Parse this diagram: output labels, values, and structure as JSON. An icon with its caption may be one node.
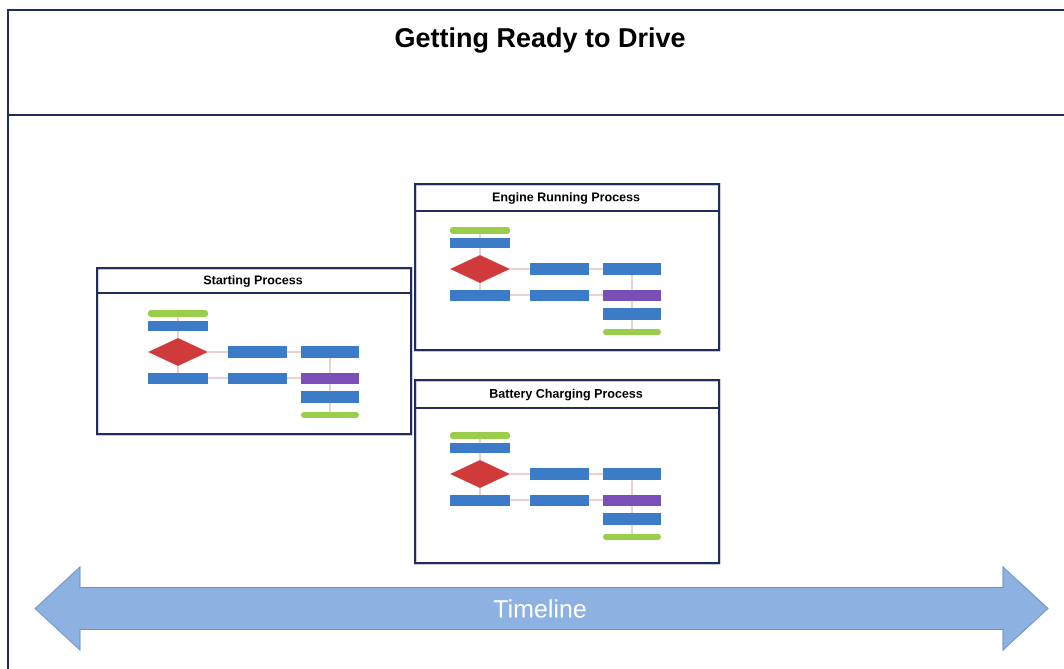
{
  "diagram": {
    "title": "Getting Ready to Drive",
    "nodes": [
      {
        "text": [
          "Starting Process"
        ]
      },
      {
        "text": [],
        "shape": "picture",
        "in": 0
      },
      {
        "text": [
          "Engine Running Process"
        ]
      },
      {
        "text": [],
        "shape": "picture",
        "in": 2
      },
      {
        "text": [
          "Battery Charging Process"
        ]
      },
      {
        "text": [],
        "shape": "picture",
        "in": 4
      },
      {
        "text": [
          "Timeline"
        ]
      }
    ]
  }
}
